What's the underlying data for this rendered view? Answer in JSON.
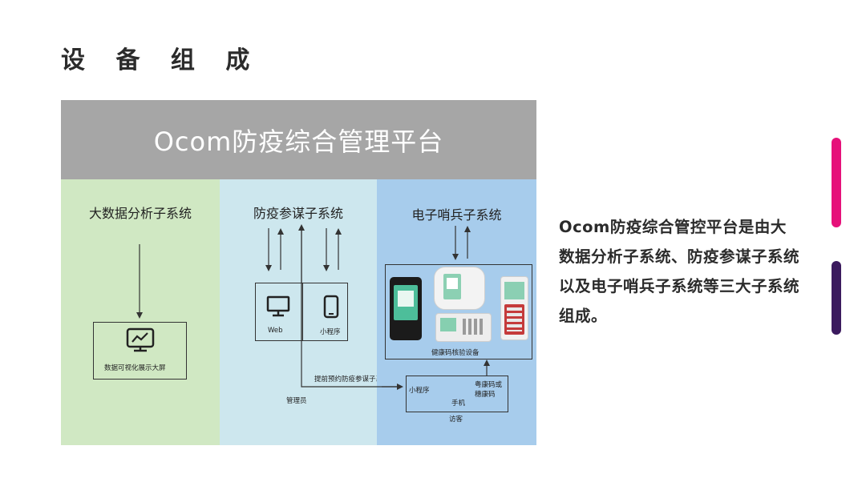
{
  "page": {
    "title": "设 备 组 成"
  },
  "diagram": {
    "banner": "Ocom防疫综合管理平台",
    "columns": [
      {
        "title": "大数据分析子系统",
        "color": "#d0e8c3"
      },
      {
        "title": "防疫参谋子系统",
        "color": "#cde7ee"
      },
      {
        "title": "电子哨兵子系统",
        "color": "#a7ccec"
      }
    ],
    "big_data": {
      "screen_label": "数据可视化展示大屏",
      "icon": "monitor-chart-icon"
    },
    "epidemic": {
      "web_label": "Web",
      "miniprogram_label": "小程序",
      "booking_label": "提前预约防疫参谋子系统",
      "admin_label": "管理员",
      "web_icon": "desktop-icon",
      "mini_icon": "smartphone-icon"
    },
    "sentry": {
      "devices_label": "健康码核验设备",
      "visitor_box": {
        "miniprogram": "小程序",
        "health_code_line1": "粤康码或",
        "health_code_line2": "穗康码",
        "phone": "手机"
      },
      "visitor_label": "访客"
    }
  },
  "description": "Ocom防疫综合管控平台是由大数据分析子系统、防疫参谋子系统以及电子哨兵子系统等三大子系统组成。",
  "accents": {
    "pink": "#e6117a",
    "purple": "#3b1a5e",
    "banner_gray": "#a6a6a6"
  }
}
